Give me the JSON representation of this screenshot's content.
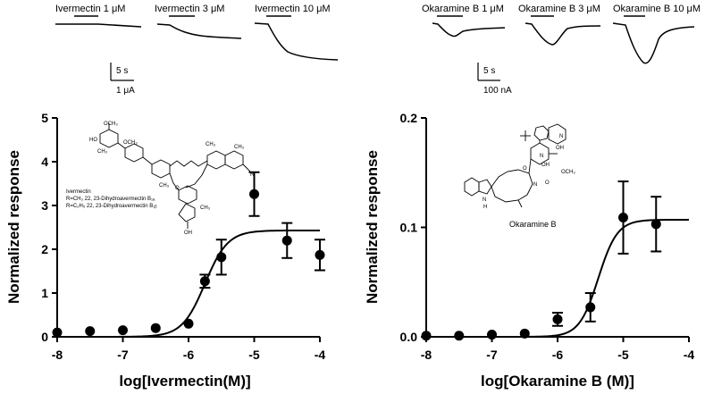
{
  "left_traces": [
    {
      "label": "Ivermectin 1 μM"
    },
    {
      "label": "Ivermectin 3 μM"
    },
    {
      "label": "Ivermectin 10 μM"
    }
  ],
  "left_scale": {
    "time": "5 s",
    "amplitude": "1 μA"
  },
  "right_traces": [
    {
      "label": "Okaramine B 1 μM"
    },
    {
      "label": "Okaramine B 3 μM"
    },
    {
      "label": "Okaramine B 10 μM"
    }
  ],
  "right_scale": {
    "time": "5 s",
    "amplitude": "100 nA"
  },
  "ivermectin_structure": {
    "name": "Ivermectin",
    "r1": "R=CH₃  22, 23-Dihydroavermectin B₁ₐ",
    "r2": "R=C₂H₅  22, 23-Dihydroavermectin B₁ᵦ",
    "atoms": {
      "och3": "OCH₃",
      "ho": "HO",
      "ch3": "CH₃",
      "oh": "OH",
      "o": "O",
      "r": "R",
      "h": "H"
    }
  },
  "okaramine_structure": {
    "name": "Okaramine B",
    "atoms": {
      "oh": "OH",
      "och3": "OCH₃",
      "n": "N",
      "h": "H",
      "o": "O"
    }
  },
  "chart_data": [
    {
      "type": "scatter",
      "xlabel": "log[Ivermectin(M)]",
      "ylabel": "Normalized response",
      "xlim": [
        -8,
        -4
      ],
      "ylim": [
        0,
        5
      ],
      "xticks": [
        -8,
        -7,
        -6,
        -5,
        -4
      ],
      "yticks": [
        0,
        1,
        2,
        3,
        4,
        5
      ],
      "x_tick_labels": [
        "-8",
        "-7",
        "-6",
        "-5",
        "-4"
      ],
      "y_tick_labels": [
        "0",
        "1",
        "2",
        "3",
        "4",
        "5"
      ],
      "points": [
        {
          "x": -8.0,
          "y": 0.1,
          "err": 0
        },
        {
          "x": -7.5,
          "y": 0.13,
          "err": 0
        },
        {
          "x": -7.0,
          "y": 0.15,
          "err": 0
        },
        {
          "x": -6.5,
          "y": 0.2,
          "err": 0
        },
        {
          "x": -6.0,
          "y": 0.3,
          "err": 0
        },
        {
          "x": -5.75,
          "y": 1.27,
          "err": 0.15
        },
        {
          "x": -5.5,
          "y": 1.82,
          "err": 0.4
        },
        {
          "x": -5.0,
          "y": 3.26,
          "err": 0.5
        },
        {
          "x": -4.5,
          "y": 2.2,
          "err": 0.4
        },
        {
          "x": -4.0,
          "y": 1.87,
          "err": 0.35
        }
      ],
      "fit": {
        "model": "hill",
        "bottom": 0,
        "top": 2.43,
        "logEC50": -5.75,
        "hill": 2.5,
        "x_start": -8,
        "x_end": -4
      }
    },
    {
      "type": "scatter",
      "xlabel": "log[Okaramine B (M)]",
      "ylabel": "Normalized response",
      "xlim": [
        -8,
        -4
      ],
      "ylim": [
        0,
        0.2
      ],
      "xticks": [
        -8,
        -7,
        -6,
        -5,
        -4
      ],
      "yticks": [
        0,
        0.1,
        0.2
      ],
      "x_tick_labels": [
        "-8",
        "-7",
        "-6",
        "-5",
        "-4"
      ],
      "y_tick_labels": [
        "0.0",
        "0.1",
        "0.2"
      ],
      "points": [
        {
          "x": -8.0,
          "y": 0.001,
          "err": 0
        },
        {
          "x": -7.5,
          "y": 0.001,
          "err": 0
        },
        {
          "x": -7.0,
          "y": 0.002,
          "err": 0
        },
        {
          "x": -6.5,
          "y": 0.003,
          "err": 0
        },
        {
          "x": -6.0,
          "y": 0.016,
          "err": 0.006
        },
        {
          "x": -5.5,
          "y": 0.027,
          "err": 0.013
        },
        {
          "x": -5.0,
          "y": 0.109,
          "err": 0.033
        },
        {
          "x": -4.5,
          "y": 0.103,
          "err": 0.025
        }
      ],
      "fit": {
        "model": "hill",
        "bottom": 0,
        "top": 0.107,
        "logEC50": -5.38,
        "hill": 3.0,
        "x_start": -8,
        "x_end": -4
      }
    }
  ]
}
